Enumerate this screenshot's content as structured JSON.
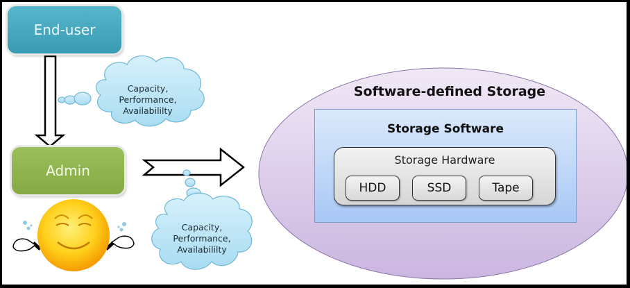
{
  "actors": {
    "end_user": {
      "label": "End-user",
      "color": "#4aaac2"
    },
    "admin": {
      "label": "Admin",
      "color": "#90b44e"
    }
  },
  "thought_clouds": [
    {
      "lines": [
        "Capacity,",
        "Performance,",
        "Availabililty"
      ]
    },
    {
      "lines": [
        "Capacity,",
        "Performance,",
        "Availabililty"
      ]
    }
  ],
  "sds": {
    "title": "Software-defined Storage",
    "software": {
      "title": "Storage Software",
      "hardware": {
        "title": "Storage Hardware",
        "devices": [
          "HDD",
          "SSD",
          "Tape"
        ]
      }
    }
  },
  "icons": {
    "emoji": "relaxed-smiley-icon",
    "down_arrow": "arrow-down-icon",
    "right_arrow": "arrow-right-icon"
  }
}
